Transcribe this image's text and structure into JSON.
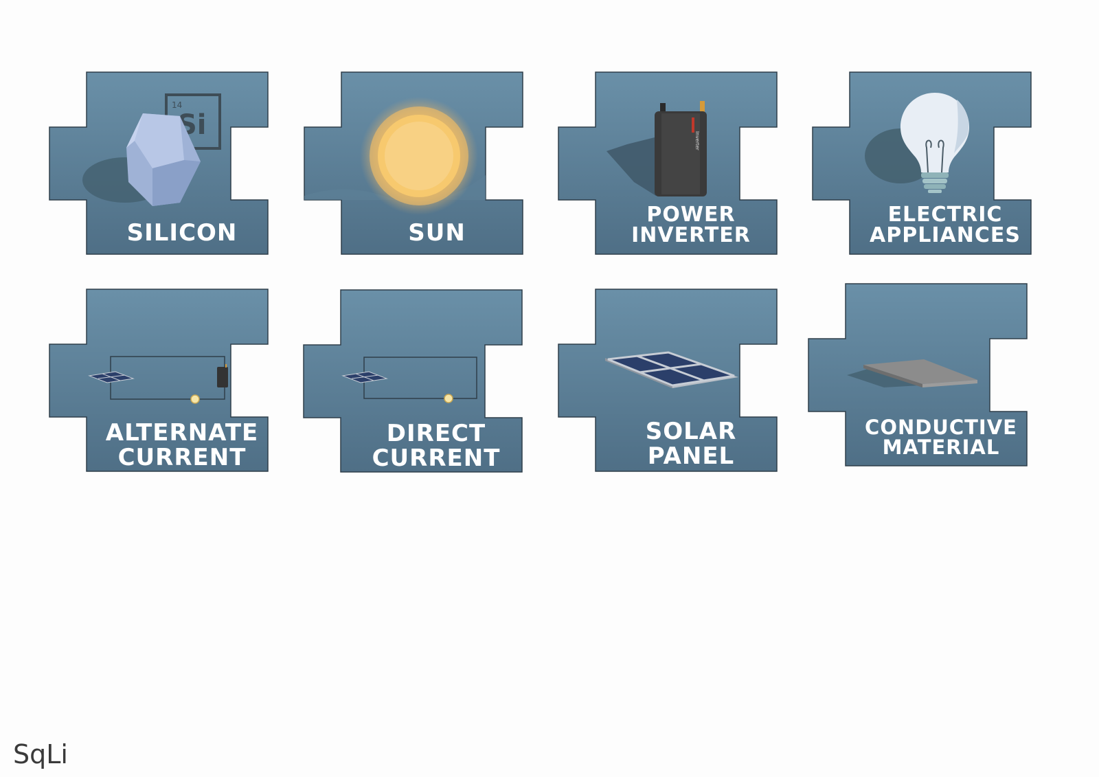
{
  "tiles": [
    {
      "id": "silicon",
      "label": "SILICON",
      "icon": "silicon-crystal-icon",
      "element_number": "14",
      "element_symbol": "Si"
    },
    {
      "id": "sun",
      "label": "SUN",
      "icon": "sun-icon"
    },
    {
      "id": "power-inverter",
      "label": "POWER\nINVERTER",
      "icon": "power-inverter-icon",
      "device_text": "Inverter"
    },
    {
      "id": "electric-appliances",
      "label": "ELECTRIC\nAPPLIANCES",
      "icon": "light-bulb-icon"
    },
    {
      "id": "alternate-current",
      "label": "ALTERNATE\nCURRENT",
      "icon": "ac-circuit-icon"
    },
    {
      "id": "direct-current",
      "label": "DIRECT\nCURRENT",
      "icon": "dc-circuit-icon"
    },
    {
      "id": "solar-panel",
      "label": "SOLAR\nPANEL",
      "icon": "solar-panel-icon"
    },
    {
      "id": "conductive-material",
      "label": "CONDUCTIVE\nMATERIAL",
      "icon": "conductive-plate-icon"
    }
  ],
  "brand": {
    "text": "SqLi"
  },
  "colors": {
    "tile_top": "#6a90a8",
    "tile_bottom": "#4f6f86",
    "label": "#ffffff",
    "sun": "#f7c96e"
  }
}
